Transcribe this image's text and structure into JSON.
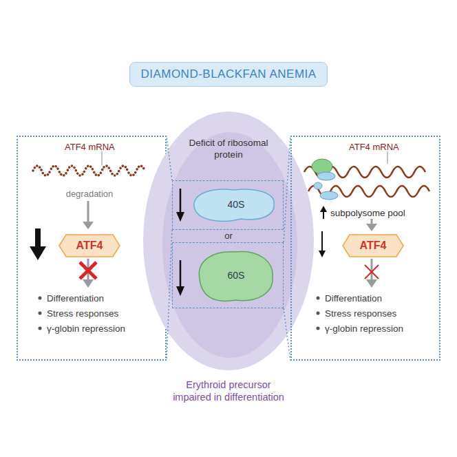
{
  "diagram": {
    "title": "DIAMOND-BLACKFAN ANEMIA",
    "nodes": [
      {
        "text": [
          "ATF4 mRNA",
          "degradation",
          "Differentiation",
          "Stress responses",
          "γ-globin repression"
        ]
      },
      {
        "text": [
          "ATF4"
        ],
        "in": 0
      },
      {
        "text": [
          "Deficit of ribosomal protein",
          "Erythroid precursor impaired in differentiation"
        ]
      },
      {
        "text": [
          "40S"
        ],
        "in": 2
      },
      {
        "text": [
          "60S"
        ],
        "in": 2
      },
      {
        "text": [
          "ATF4 mRNA",
          "subpolysome pool",
          "Differentiation",
          "Stress responses",
          "γ-globin repression"
        ]
      },
      {
        "text": [
          "ATF4"
        ],
        "in": 5
      }
    ],
    "edges": [
      {
        "from": 3,
        "to": 0,
        "arrow": "none"
      },
      {
        "from": 3,
        "to": 0,
        "arrow": "none"
      },
      {
        "from": 4,
        "to": 5,
        "arrow": "none"
      },
      {
        "from": 4,
        "to": 5,
        "arrow": "none"
      }
    ],
    "labels": [
      "or"
    ]
  }
}
